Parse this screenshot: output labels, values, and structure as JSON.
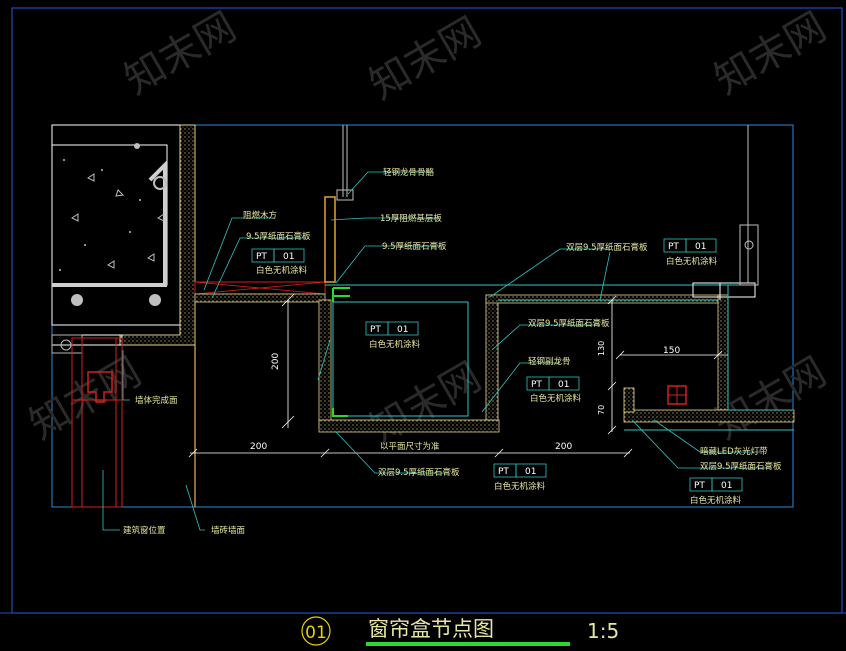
{
  "labels": {
    "steel_keel": "轻钢龙骨骨骼",
    "wood_plank": "阻燃木方",
    "board_15": "15厚阻燃基层板",
    "gypsum_95_left": "9.5厚纸面石膏板",
    "gypsum_95_mid": "9.5厚纸面石膏板",
    "double_gypsum_top": "双层9.5厚纸面石膏板",
    "double_gypsum_mid": "双层9.5厚纸面石膏板",
    "steel_channel": "轻钢副龙骨",
    "wall_finish": "墙体完成面",
    "window_position": "建筑窗位置",
    "brick_wall": "墙砖墙面",
    "ceiling_note": "以平面尺寸为准",
    "double_gypsum_bottom": "双层9.5厚纸面石膏板",
    "led_strip": "暗藏LED灰光灯带",
    "double_gypsum_right": "双层9.5厚纸面石膏板",
    "paint_text": "白色无机涂料"
  },
  "tags": {
    "pt_code": "PT",
    "pt_num": "01"
  },
  "dimensions": {
    "d200_vertical": "200",
    "d200_left": "200",
    "d200_right": "200",
    "d150": "150",
    "d130": "130",
    "d70": "70"
  },
  "title_block": {
    "number": "01",
    "title": "窗帘盒节点图",
    "scale": "1:5"
  },
  "watermark": "知末网"
}
